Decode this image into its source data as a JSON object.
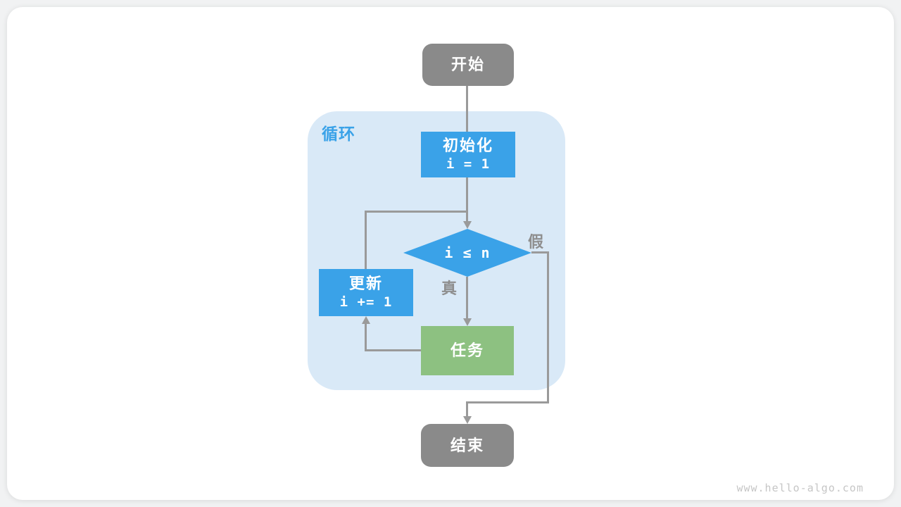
{
  "diagram": {
    "loop_label": "循环",
    "nodes": {
      "start": {
        "label": "开始"
      },
      "init": {
        "label": "初始化",
        "code": "i = 1"
      },
      "cond": {
        "label": "i ≤ n"
      },
      "update": {
        "label": "更新",
        "code": "i += 1"
      },
      "task": {
        "label": "任务"
      },
      "end": {
        "label": "结束"
      }
    },
    "edge_labels": {
      "true_label": "真",
      "false_label": "假"
    },
    "colors": {
      "blue": "#3aa2e8",
      "green": "#8dc181",
      "gray": "#8a8a8a",
      "loop-bg": "#d9e9f7",
      "line": "#9a9a9a",
      "edge-label": "#8e8e8e",
      "watermark": "#c6c6c6"
    }
  },
  "watermark": "www.hello-algo.com"
}
